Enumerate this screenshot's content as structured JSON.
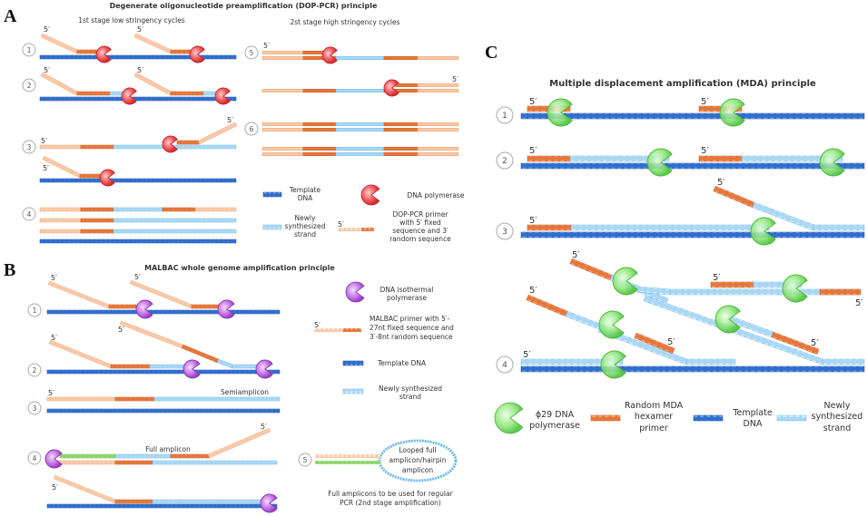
{
  "colors": {
    "template": "#2e6fd1",
    "template_stroke": "#1f4f9e",
    "new_strand": "#a9d8f5",
    "new_stroke": "#6fb8e8",
    "primer_fixed": "#f9c9a8",
    "primer_fixed_stroke": "#f0a070",
    "primer_random": "#e8763a",
    "primer_random_stroke": "#c65a20",
    "complement": "#8fd66a",
    "dna_polymerase": "#e8444a",
    "isothermal_polymerase": "#b35fd6",
    "phi29_polymerase": "#6edc5a"
  },
  "panel_a": {
    "letter": "A",
    "title": "Degenerate oligonucleotide preamplification (DOP-PCR) principle",
    "stage1_label": "1st stage low stringency cycles",
    "stage2_label": "2st stage high stringency cycles",
    "steps": [
      "1",
      "2",
      "3",
      "4",
      "5",
      "6"
    ],
    "five_prime": "5′",
    "legend": {
      "template": [
        "Template",
        "DNA"
      ],
      "new_strand": [
        "Newly",
        "synthesized",
        "strand"
      ],
      "polymerase": "DNA polymerase",
      "primer": [
        "DOP-PCR primer",
        "with 5′ fixed",
        "sequence and 3′",
        "random sequence"
      ]
    }
  },
  "panel_b": {
    "letter": "B",
    "title": "MALBAC whole genome amplification principle",
    "steps": [
      "1",
      "2",
      "3",
      "4",
      "5"
    ],
    "five_prime": "5′",
    "semiamplicon": "Semiamplicon",
    "full_amplicon": "Full amplicon",
    "loop_label": [
      "Looped full",
      "amplicon/hairpin",
      "amplicon"
    ],
    "footnote": [
      "Full amplicons to be used for regular",
      "PCR (2nd stage amplification)"
    ],
    "legend": {
      "polymerase": [
        "DNA isothermal",
        "polymerase"
      ],
      "primer": [
        "MALBAC primer with 5′-",
        "27nt fixed sequence and",
        "3′-8nt random sequence"
      ],
      "template": "Template DNA",
      "new_strand": [
        "Newly synthesized",
        "strand"
      ]
    }
  },
  "panel_c": {
    "letter": "C",
    "title": "Multiple displacement amplification (MDA) principle",
    "steps": [
      "1",
      "2",
      "3",
      "4"
    ],
    "five_prime": "5′",
    "legend": {
      "polymerase": [
        "ϕ29 DNA",
        "polymerase"
      ],
      "primer": [
        "Random MDA",
        "hexamer",
        "primer"
      ],
      "template": [
        "Template",
        "DNA"
      ],
      "new_strand": [
        "Newly",
        "synthesized",
        "strand"
      ]
    }
  }
}
